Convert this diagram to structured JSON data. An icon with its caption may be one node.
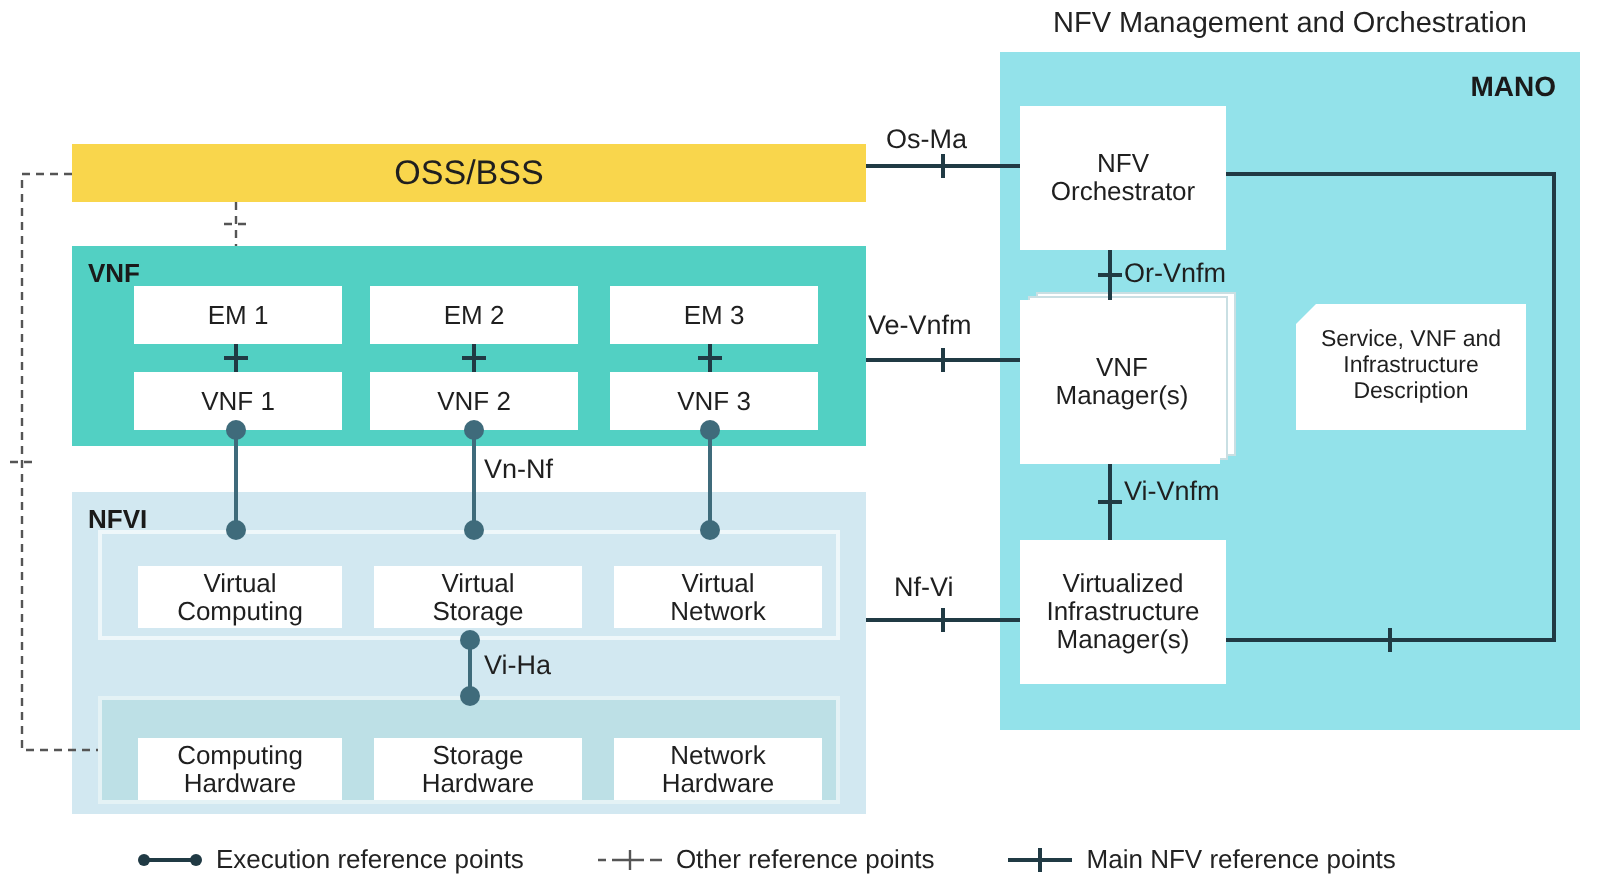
{
  "diagram": {
    "nodes": [
      {
        "text": [
          "NFV Management and Orchestration",
          "MANO"
        ]
      },
      {
        "text": [
          "OSS/BSS"
        ]
      },
      {
        "text": [
          "VNF"
        ]
      },
      {
        "text": [
          "EM 1"
        ],
        "in": 2
      },
      {
        "text": [
          "EM 2"
        ],
        "in": 2
      },
      {
        "text": [
          "EM 3"
        ],
        "in": 2
      },
      {
        "text": [
          "VNF 1"
        ],
        "in": 2
      },
      {
        "text": [
          "VNF 2"
        ],
        "in": 2
      },
      {
        "text": [
          "VNF 3"
        ],
        "in": 2
      },
      {
        "text": [
          "NFVI"
        ]
      },
      {
        "text": [],
        "shape": "box",
        "in": 9
      },
      {
        "text": [
          "Virtual Computing"
        ],
        "in": 10
      },
      {
        "text": [
          "Virtual Storage"
        ],
        "in": 10
      },
      {
        "text": [
          "Virtual Network"
        ],
        "in": 10
      },
      {
        "text": [],
        "shape": "box",
        "in": 9
      },
      {
        "text": [
          "Computing Hardware"
        ],
        "in": 14
      },
      {
        "text": [
          "Storage Hardware"
        ],
        "in": 14
      },
      {
        "text": [
          "Network Hardware"
        ],
        "in": 14
      },
      {
        "text": [
          "NFV Orchestrator"
        ],
        "in": 0
      },
      {
        "text": [
          "VNF Manager(s)"
        ],
        "in": 0
      },
      {
        "text": [
          "Service, VNF and Infrastructure Description"
        ],
        "in": 0
      },
      {
        "text": [
          "Virtualized Infrastructure Manager(s)"
        ],
        "in": 0
      }
    ],
    "edges": [
      {
        "from": 1,
        "to": 18,
        "arrow": "none",
        "label": "Os-Ma"
      },
      {
        "from": 1,
        "to": 2,
        "arrow": "none",
        "style": "dashed"
      },
      {
        "from": 1,
        "to": 14,
        "arrow": "none",
        "style": "dashed"
      },
      {
        "from": 3,
        "to": 6,
        "arrow": "none"
      },
      {
        "from": 4,
        "to": 7,
        "arrow": "none"
      },
      {
        "from": 5,
        "to": 8,
        "arrow": "none"
      },
      {
        "from": 6,
        "to": 10,
        "arrow": "other"
      },
      {
        "from": 7,
        "to": 10,
        "arrow": "other",
        "label": "Vn-Nf"
      },
      {
        "from": 8,
        "to": 10,
        "arrow": "other"
      },
      {
        "from": 10,
        "to": 14,
        "arrow": "other",
        "label": "Vi-Ha"
      },
      {
        "from": 18,
        "to": 19,
        "arrow": "none",
        "label": "Or-Vnfm"
      },
      {
        "from": 2,
        "to": 19,
        "arrow": "none",
        "label": "Ve-Vnfm"
      },
      {
        "from": 19,
        "to": 21,
        "arrow": "none",
        "label": "Vi-Vnfm"
      },
      {
        "from": 9,
        "to": 21,
        "arrow": "none",
        "label": "Nf-Vi"
      },
      {
        "from": 18,
        "to": 21,
        "arrow": "none"
      }
    ],
    "legend": [
      {
        "text": "Execution reference points"
      },
      {
        "text": "Other reference points"
      },
      {
        "text": "Main NFV reference points"
      }
    ]
  }
}
